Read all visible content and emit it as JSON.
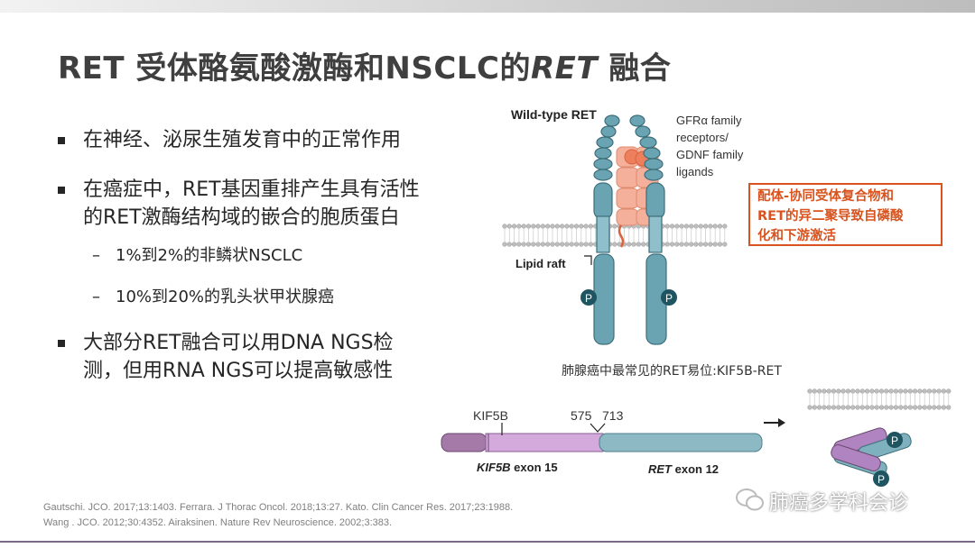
{
  "slide": {
    "title_prefix": "RET 受体酪氨酸激酶和NSCLC的",
    "title_italic": "RET",
    "title_suffix": " 融合",
    "bullets": [
      "在神经、泌尿生殖发育中的正常作用",
      "在癌症中，RET基因重排产生具有活性的RET激酶结构域的嵌合的胞质蛋白"
    ],
    "sub_bullets": [
      "1%到2%的非鳞状NSCLC",
      "10%到20%的乳头状甲状腺癌"
    ],
    "bullet_last": "大部分RET融合可以用DNA NGS检测，但用RNA NGS可以提高敏感性",
    "references": [
      "Gautschi. JCO. 2017;13:1403. Ferrara. J Thorac Oncol. 2018;13:27. Kato. Clin Cancer Res. 2017;23:1988.",
      "Wang . JCO. 2012;30:4352. Airaksinen. Nature Rev Neuroscience. 2002;3:383."
    ]
  },
  "diagram": {
    "wild_type_label": "Wild-type RET",
    "gfr_label_lines": [
      "GFRα family",
      "receptors/",
      "GDNF family",
      "ligands"
    ],
    "lipid_raft_label": "Lipid raft",
    "phospho_label": "P",
    "callout_lines": [
      "配体-协同受体复合物和",
      "RET的异二聚导致自磷酸",
      "化和下游激活"
    ],
    "caption": "肺腺癌中最常见的RET易位:KIF5B-RET",
    "kif5b_label": "KIF5B",
    "pos_575": "575",
    "pos_713": "713",
    "exon_left_italic": "KIF5B",
    "exon_left_suffix": " exon 15",
    "exon_right_italic": "RET",
    "exon_right_suffix": " exon 12",
    "arrow_icon": "right-arrow-icon"
  },
  "watermark": {
    "text": "肺癌多学科会诊",
    "icon": "wechat-icon"
  },
  "colors": {
    "title": "#3f3f3f",
    "callout": "#d9531e",
    "receptor_teal": "#5b98a8",
    "ligand_salmon": "#f2a68a",
    "kif5b_purple": "#c9a2d6",
    "phospho_dark": "#1f5560"
  }
}
